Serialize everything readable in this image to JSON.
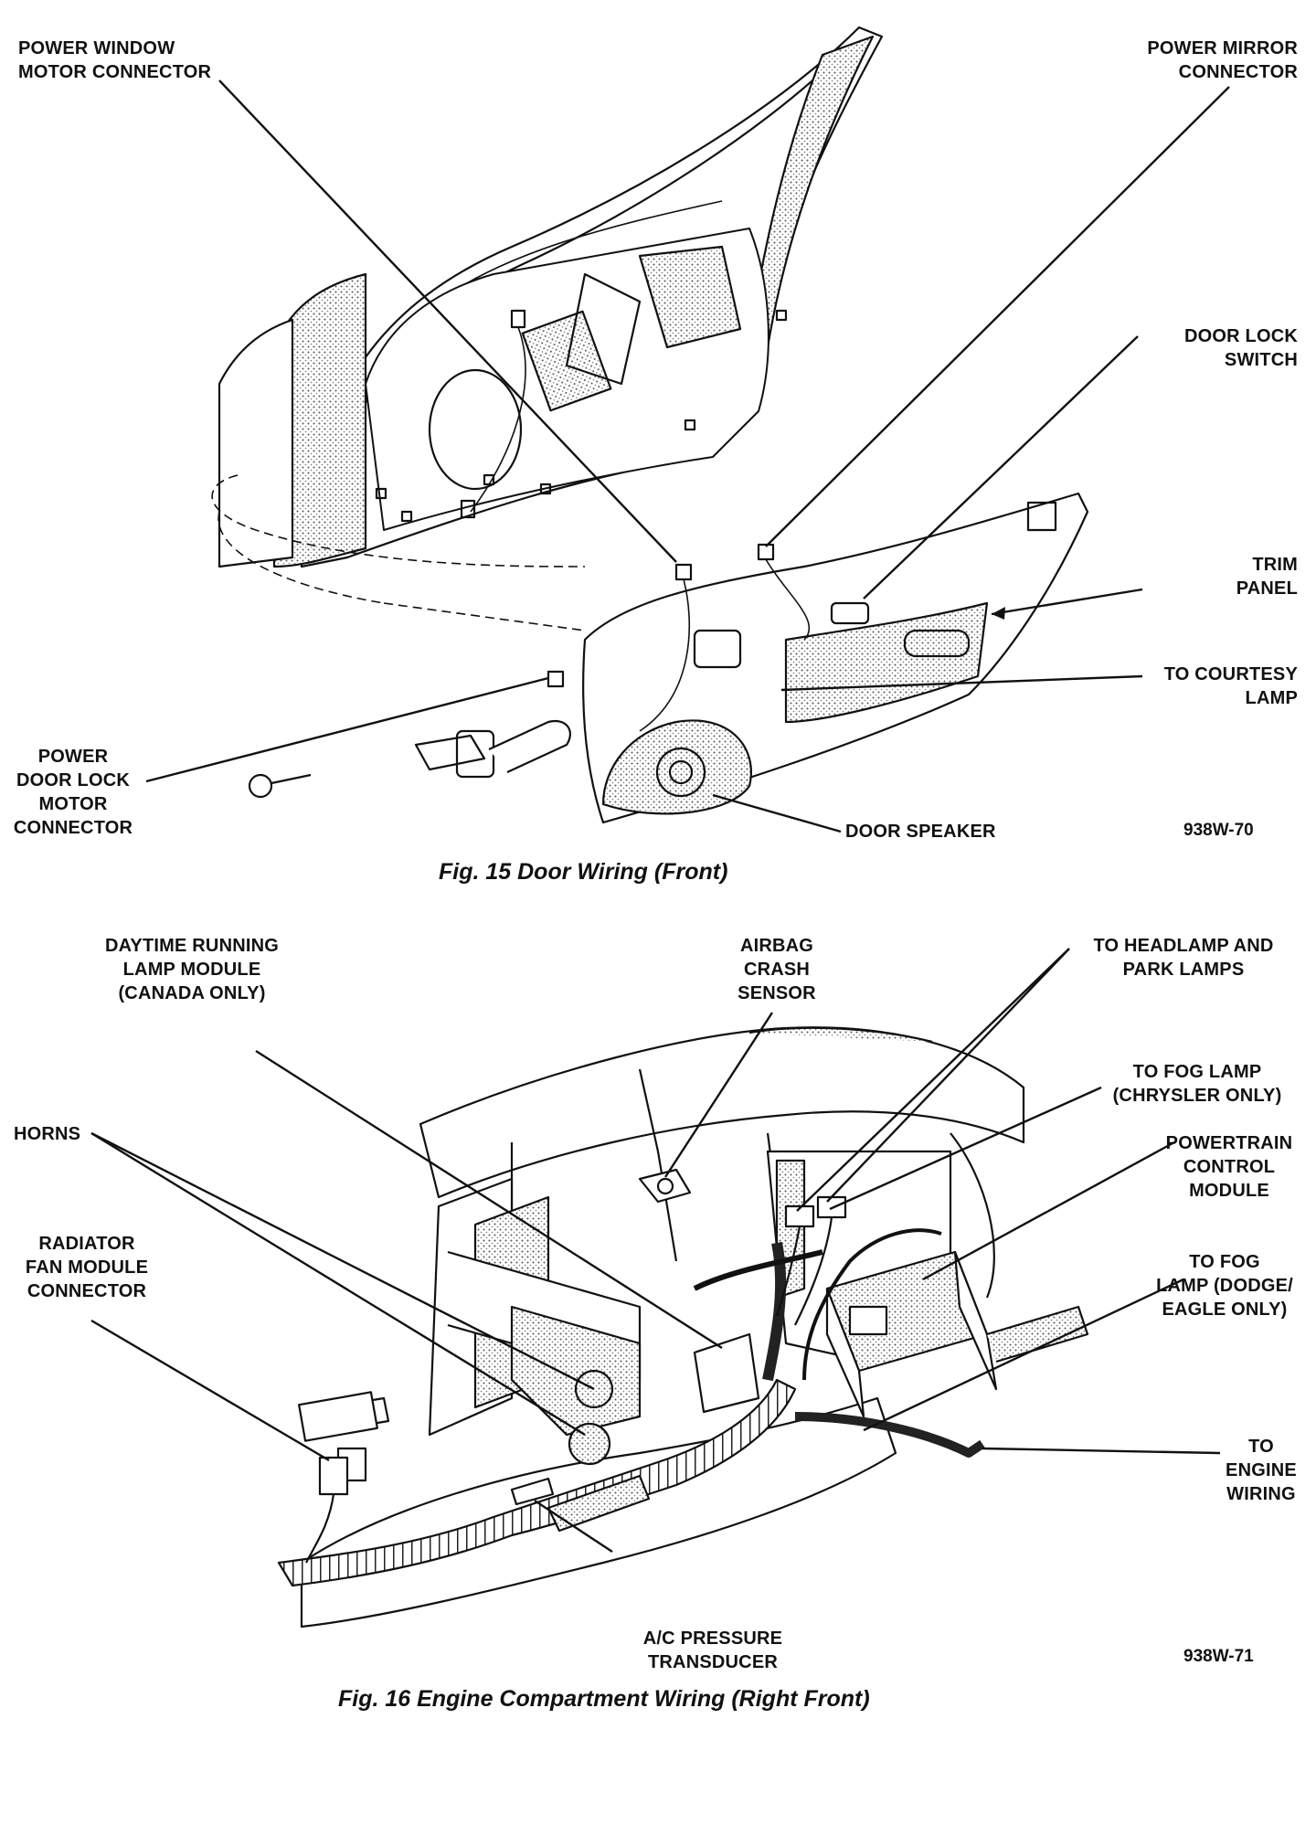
{
  "figures": [
    {
      "caption": "Fig. 15 Door Wiring (Front)",
      "code": "938W-70",
      "labels": {
        "power_window_motor_connector": "POWER WINDOW\nMOTOR CONNECTOR",
        "power_mirror_connector": "POWER MIRROR\nCONNECTOR",
        "door_lock_switch": "DOOR LOCK\nSWITCH",
        "trim_panel": "TRIM\nPANEL",
        "to_courtesy_lamp": "TO COURTESY\nLAMP",
        "power_door_lock_motor_connector": "POWER\nDOOR LOCK\nMOTOR\nCONNECTOR",
        "door_speaker": "DOOR SPEAKER"
      }
    },
    {
      "caption": "Fig. 16 Engine Compartment Wiring (Right Front)",
      "code": "938W-71",
      "labels": {
        "daytime_running_lamp_module": "DAYTIME RUNNING\nLAMP MODULE\n(CANADA ONLY)",
        "airbag_crash_sensor": "AIRBAG\nCRASH\nSENSOR",
        "to_headlamp_and_park_lamps": "TO HEADLAMP AND\nPARK LAMPS",
        "to_fog_lamp_chrysler": "TO FOG LAMP\n(CHRYSLER ONLY)",
        "horns": "HORNS",
        "powertrain_control_module": "POWERTRAIN\nCONTROL\nMODULE",
        "radiator_fan_module_connector": "RADIATOR\nFAN MODULE\nCONNECTOR",
        "to_fog_lamp_dodge_eagle": "TO FOG\nLAMP (DODGE/\nEAGLE ONLY)",
        "to_engine_wiring": "TO\nENGINE\nWIRING",
        "ac_pressure_transducer": "A/C PRESSURE\nTRANSDUCER"
      }
    }
  ]
}
